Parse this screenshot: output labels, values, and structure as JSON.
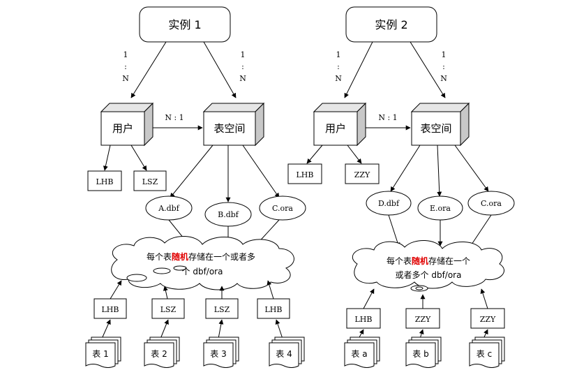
{
  "instances": [
    {
      "title": "实例 1",
      "card_left": {
        "top": "1",
        "mid": ":",
        "bot": "N"
      },
      "card_right": {
        "top": "1",
        "mid": ":",
        "bot": "N"
      },
      "user_label": "用户",
      "ts_label": "表空间",
      "ratio": "N : 1",
      "users": [
        "LHB",
        "LSZ"
      ],
      "files": [
        "A.dbf",
        "B.dbf",
        "C.ora"
      ],
      "cloud_line1_a": "每个表",
      "cloud_highlight": "随机",
      "cloud_line1_b": "存储在一个或者多",
      "cloud_line2": "个 dbf/ora",
      "owners": [
        "LHB",
        "LSZ",
        "LSZ",
        "LHB"
      ],
      "tables": [
        "表 1",
        "表 2",
        "表 3",
        "表 4"
      ]
    },
    {
      "title": "实例 2",
      "card_left": {
        "top": "1",
        "mid": ":",
        "bot": "N"
      },
      "card_right": {
        "top": "1",
        "mid": ":",
        "bot": "N"
      },
      "user_label": "用户",
      "ts_label": "表空间",
      "ratio": "N : 1",
      "users": [
        "LHB",
        "ZZY"
      ],
      "files": [
        "D.dbf",
        "E.ora",
        "C.ora"
      ],
      "cloud_line1_a": "每个表",
      "cloud_highlight": "随机",
      "cloud_line1_b": "存储在一个",
      "cloud_line2": "或者多个 dbf/ora",
      "owners": [
        "LHB",
        "ZZY",
        "ZZY"
      ],
      "tables": [
        "表 a",
        "表 b",
        "表 c"
      ]
    }
  ],
  "colors": {
    "highlight": "#e00000",
    "stroke": "#000000",
    "cube_side": "#c8c8c8",
    "cube_top": "#e6e6e6"
  }
}
